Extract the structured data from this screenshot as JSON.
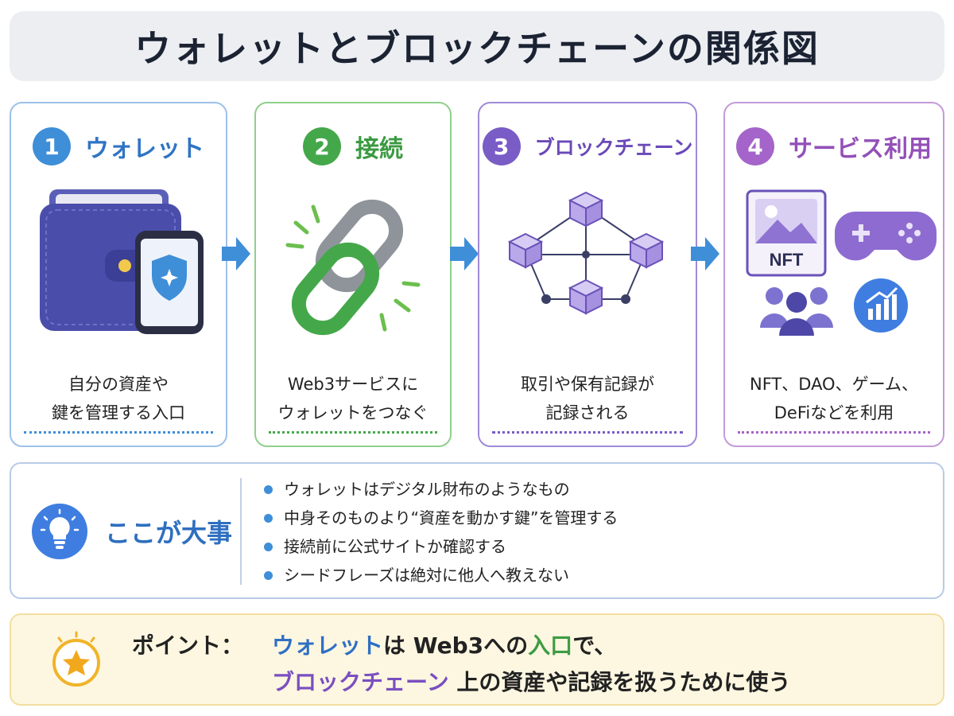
{
  "title": "ウォレットとブロックチェーンの関係図",
  "steps": [
    {
      "num": "1",
      "title": "ウォレット",
      "desc_1": "自分の資産や",
      "desc_2": "鍵を管理する入口"
    },
    {
      "num": "2",
      "title": "接続",
      "desc_1": "Web3サービスに",
      "desc_2": "ウォレットをつなぐ"
    },
    {
      "num": "3",
      "title": "ブロックチェーン",
      "desc_1": "取引や保有記録が",
      "desc_2": "記録される"
    },
    {
      "num": "4",
      "title": "サービス利用",
      "desc_1": "NFT、DAO、ゲーム、",
      "desc_2": "DeFiなどを利用"
    }
  ],
  "nft_label": "NFT",
  "important": {
    "title": "ここが大事",
    "items": [
      "ウォレットはデジタル財布のようなもの",
      "中身そのものより“資産を動かす鍵”を管理する",
      "接続前に公式サイトか確認する",
      "シードフレーズは絶対に他人へ教えない"
    ]
  },
  "point": {
    "label": "ポイント：",
    "line1": {
      "a": "ウォレット",
      "b": "は ",
      "c": "Web3への",
      "d": "入口",
      "e": "で、"
    },
    "line2": {
      "a": "ブロックチェーン",
      "b": " 上の資産や記録を扱うために使う"
    }
  },
  "colors": {
    "blue": "#3f8ed8",
    "green": "#44a84a",
    "purple": "#7a5cc6",
    "violet": "#a464c9",
    "arrow": "#3f8ed8"
  }
}
